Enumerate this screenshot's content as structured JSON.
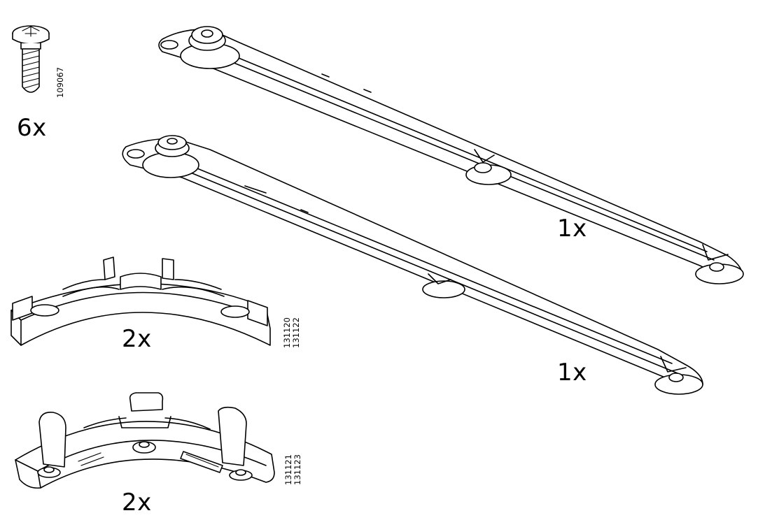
{
  "parts": [
    {
      "id": "screw",
      "icon": "screw-icon",
      "quantity": "6x",
      "article_numbers": [
        "109067"
      ]
    },
    {
      "id": "long-runner",
      "icon": "long-runner-rail-icon",
      "quantity": "1x",
      "article_numbers": []
    },
    {
      "id": "short-runner",
      "icon": "short-runner-rail-icon",
      "quantity": "1x",
      "article_numbers": []
    },
    {
      "id": "corner-clip-a",
      "icon": "corner-clip-icon",
      "quantity": "2x",
      "article_numbers": [
        "131120",
        "131122"
      ]
    },
    {
      "id": "corner-clip-b",
      "icon": "corner-bracket-icon",
      "quantity": "2x",
      "article_numbers": [
        "131121",
        "131123"
      ]
    }
  ]
}
